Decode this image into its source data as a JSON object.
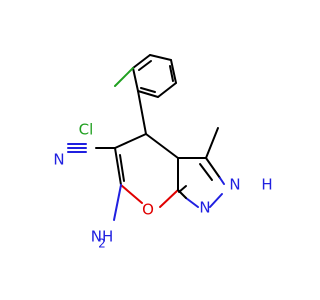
{
  "molecule": {
    "atom_labels": {
      "chlorine": "Cl",
      "nitrile_nitrogen": "N",
      "amine": "NH",
      "amine_h2": "2",
      "ring_oxygen": "O",
      "pyrazole_n1": "N",
      "pyrazole_nh": "N",
      "pyrazole_h": "H"
    },
    "colors": {
      "carbon": "#000000",
      "nitrogen": "#2020e0",
      "oxygen": "#e00000",
      "chlorine": "#20a020"
    }
  }
}
